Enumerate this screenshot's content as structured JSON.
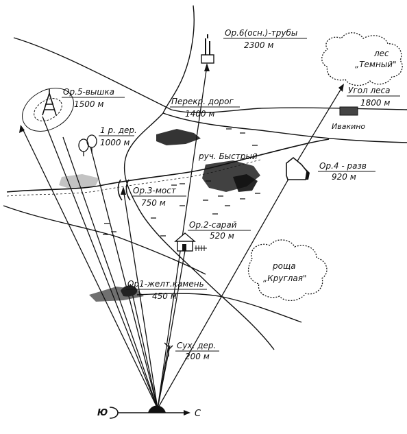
{
  "landmarks": {
    "lm6": {
      "name": "Ор.6(осн.)-трубы",
      "dist": "2300 м"
    },
    "lm5": {
      "name": "Ор.5-вышка",
      "dist": "1500 м"
    },
    "crossroads": {
      "name": "Перекр. дорог",
      "dist": "1400 м"
    },
    "forest_corner": {
      "name": "Угол леса",
      "dist": "1800 м"
    },
    "tree": {
      "name": "1 р. дер.",
      "dist": "1000 м"
    },
    "lm4": {
      "name": "Ор.4 - разв",
      "dist": "920 м"
    },
    "lm3": {
      "name": "Ор.3-мост",
      "dist": "750 м"
    },
    "lm2": {
      "name": "Ор.2-сарай",
      "dist": "520 м"
    },
    "lm1": {
      "name": "Ор1-желт.камень",
      "dist": "450 м"
    },
    "dry_tree": {
      "name": "Сух. дер.",
      "dist": "200 м"
    }
  },
  "features": {
    "forest_label_1": "лес",
    "forest_label_2": "„Темный\"",
    "grove_label_1": "роща",
    "grove_label_2": "„Круглая\"",
    "stream": "руч. Быстрый",
    "village": "Ивакино"
  },
  "compass": {
    "south": "Ю",
    "north": "С"
  },
  "colors": {
    "ink": "#111111",
    "paper": "#ffffff"
  }
}
